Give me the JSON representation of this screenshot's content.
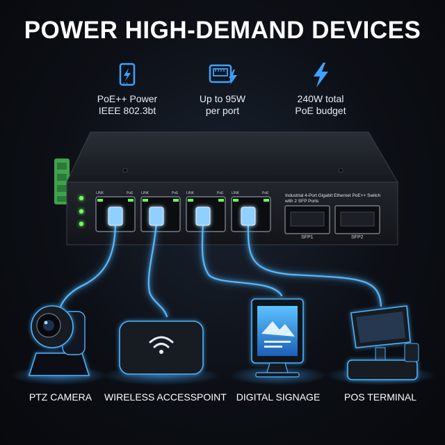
{
  "headline": "POWER HIGH-DEMAND DEVICES",
  "features": [
    {
      "icon": "poe-power-icon",
      "line1": "PoE++ Power",
      "line2": "IEEE 802.3bt"
    },
    {
      "icon": "ethernet-port-power-icon",
      "line1": "Up to 95W",
      "line2": "per port"
    },
    {
      "icon": "lightning-bolt-icon",
      "line1": "240W total",
      "line2": "PoE budget"
    }
  ],
  "switch": {
    "description_line1": "Industrial 4-Port Gigabit Ethernet PoE++ Switch",
    "description_line2": "with 2 SFP Ports",
    "sfp_labels": [
      "SFP1",
      "SFP2"
    ],
    "port_link_label": "LINK",
    "port_poe_label": "PoE"
  },
  "devices": [
    {
      "label": "PTZ CAMERA",
      "icon": "ptz-camera-icon"
    },
    {
      "label": "WIRELESS ACCESSPOINT",
      "icon": "wireless-access-point-icon"
    },
    {
      "label": "DIGITAL SIGNAGE",
      "icon": "digital-signage-icon"
    },
    {
      "label": "POS TERMINAL",
      "icon": "pos-terminal-icon"
    }
  ],
  "colors": {
    "accent": "#3fa2ff",
    "cable_glow": "#4db3ff",
    "switch_body": "#1d2127",
    "terminal_green": "#3fa34d",
    "led_green": "#6cff5a"
  }
}
